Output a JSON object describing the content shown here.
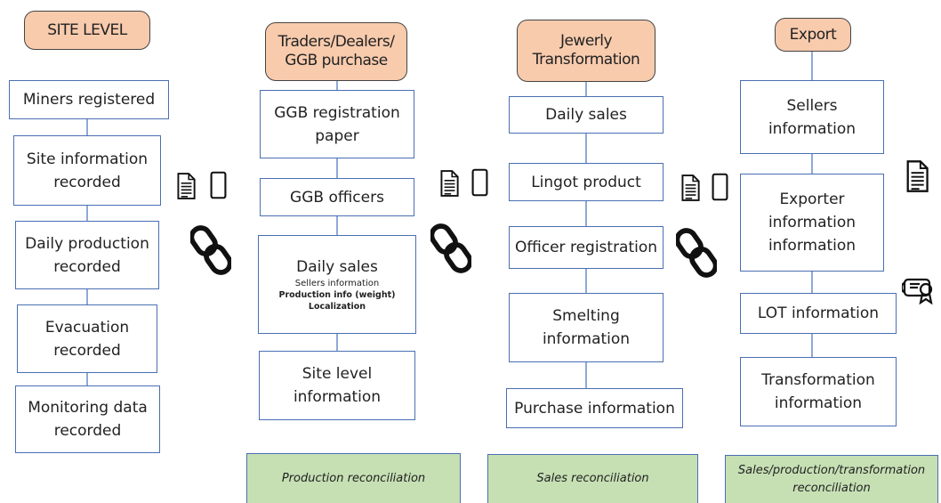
{
  "headers": {
    "site": "SITE LEVEL",
    "traders": "Traders/Dealers/\nGGB purchase",
    "jewelry": "Jewerly\nTransformation",
    "export": "Export"
  },
  "col1": {
    "miners": "Miners registered",
    "site_info": "Site information\nrecorded",
    "daily_production": "Daily production\nrecorded",
    "evacuation": "Evacuation\nrecorded",
    "monitoring": "Monitoring data\nrecorded"
  },
  "col2": {
    "registration_paper": "GGB registration\npaper",
    "officers": "GGB officers",
    "daily_sales": {
      "title": "Daily sales",
      "line1": "Sellers information",
      "line2": "Production info (weight)",
      "line3": "Localization"
    },
    "site_level_info": "Site level\ninformation"
  },
  "col3": {
    "daily_sales": "Daily sales",
    "lingot": "Lingot product",
    "officer_registration": "Officer registration",
    "smelting": "Smelting\ninformation",
    "purchase": "Purchase information"
  },
  "col4": {
    "sellers": "Sellers\ninformation",
    "exporter": "Exporter\ninformation\ninformation",
    "lot": "LOT information",
    "transformation": "Transformation\ninformation"
  },
  "reconciliation": {
    "production": "Production reconciliation",
    "sales": "Sales reconciliation",
    "full": "Sales/production/transformation\nreconciliation"
  },
  "icons": [
    "document-icon",
    "phone-icon",
    "chain-link-icon",
    "certificate-icon"
  ],
  "colors": {
    "header_fill": "#f8cbad",
    "box_border": "#4a6fb3",
    "reconciliation_fill": "#c6e0b4"
  }
}
